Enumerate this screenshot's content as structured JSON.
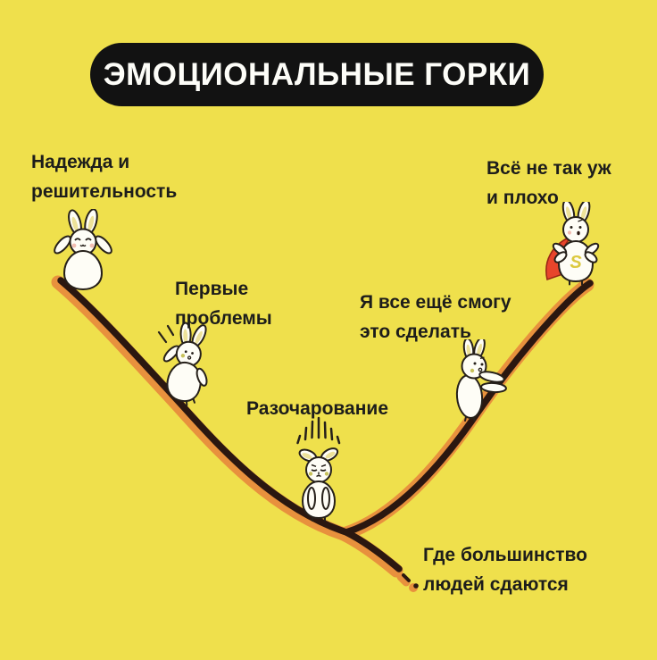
{
  "meta": {
    "background_color": "#EFE04C",
    "curve_color": "#2B1710",
    "curve_glow_color": "#E8913D",
    "label_text_color": "#1D1D1B",
    "rabbit_body_color": "#FEFDF6",
    "ear_inner_color": "#EDE29A",
    "cheek_pink_color": "#F2BDB2",
    "cheek_olive_color": "#C8C25A",
    "cape_color": "#E8452B"
  },
  "title": {
    "text": "ЭМОЦИОНАЛЬНЫЕ ГОРКИ",
    "pill_color": "#121212",
    "text_color": "#FDFDF8"
  },
  "labels": [
    {
      "id": "hope",
      "lines": [
        "Надежда и",
        "решительность"
      ]
    },
    {
      "id": "first-problems",
      "lines": [
        "Первые",
        "проблемы"
      ]
    },
    {
      "id": "disappointment",
      "lines": [
        "Разочарование"
      ]
    },
    {
      "id": "still-can",
      "lines": [
        "Я все ещё смогу",
        "это сделать"
      ]
    },
    {
      "id": "not-so-bad",
      "lines": [
        "Всё не так уж",
        "и плохо"
      ]
    },
    {
      "id": "give-up",
      "lines": [
        "Где большинство",
        "людей сдаются"
      ]
    }
  ],
  "characters": [
    {
      "id": "rabbit-hope-icon",
      "pose": "arms raised at top of the slope"
    },
    {
      "id": "rabbit-slipping-icon",
      "pose": "sliding down the descending slope"
    },
    {
      "id": "rabbit-sad-icon",
      "pose": "drooping ears at the bottom of the dip"
    },
    {
      "id": "rabbit-climbing-icon",
      "pose": "climbing up the rising slope"
    },
    {
      "id": "rabbit-hero-icon",
      "pose": "cape and hands on hips at the top",
      "chest_letter": "S"
    }
  ]
}
